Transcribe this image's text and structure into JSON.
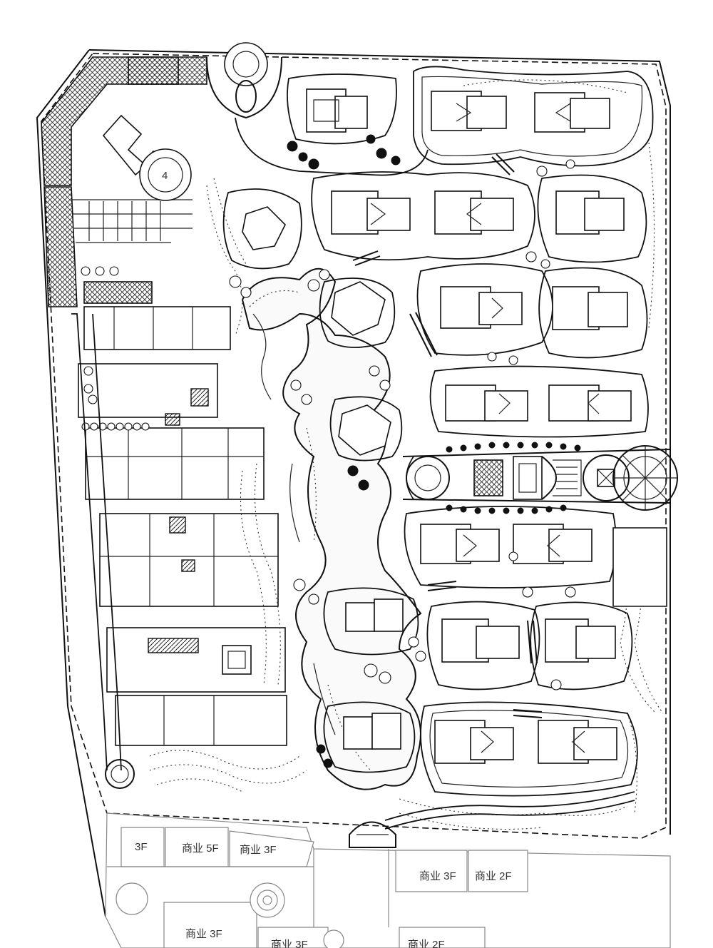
{
  "labels": {
    "a": "3F",
    "b": "商业 5F",
    "c": "商业 3F",
    "d": "商业 3F",
    "e": "商业 2F",
    "f": "商业 3F",
    "g": "商业 3F",
    "h": "商业 2F"
  },
  "marks": {
    "plaza_number": "4"
  }
}
